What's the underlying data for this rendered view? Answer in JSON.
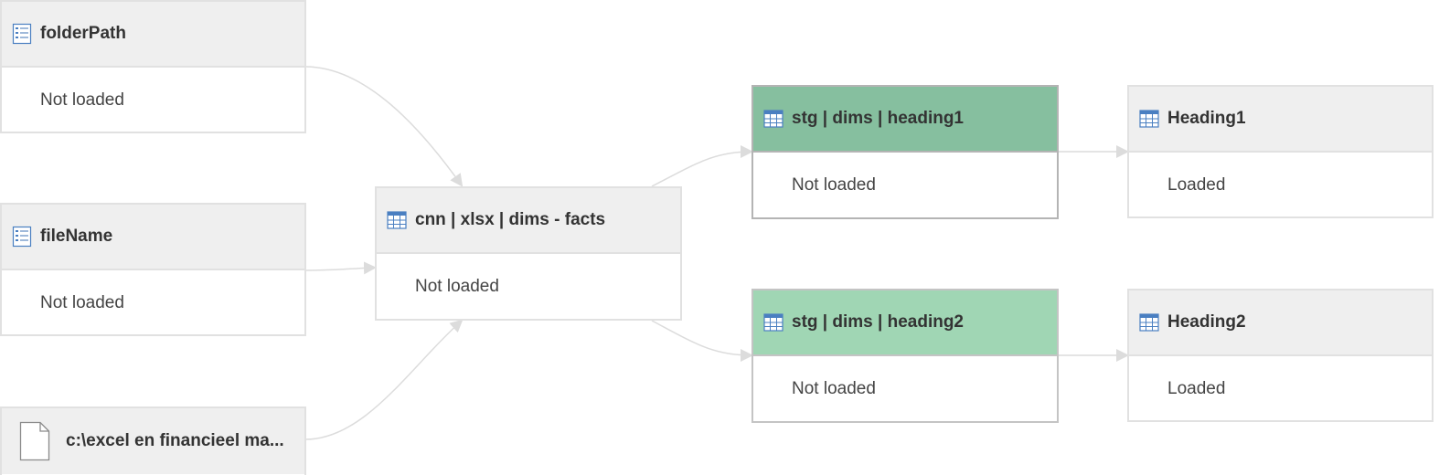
{
  "diagram": {
    "nodes": [
      {
        "id": "folderPath",
        "title": "folderPath",
        "status": "Not loaded",
        "icon": "parameter-icon",
        "style": "default"
      },
      {
        "id": "fileName",
        "title": "fileName",
        "status": "Not loaded",
        "icon": "parameter-icon",
        "style": "default"
      },
      {
        "id": "source-file",
        "title": "c:\\excel en financieel ma...",
        "icon": "file-icon",
        "style": "default"
      },
      {
        "id": "cnn-dims-facts",
        "title": "cnn | xlsx | dims - facts",
        "status": "Not loaded",
        "icon": "table-icon",
        "style": "default"
      },
      {
        "id": "stg-heading1",
        "title": "stg | dims | heading1",
        "status": "Not loaded",
        "icon": "table-icon",
        "style": "selected-dark"
      },
      {
        "id": "stg-heading2",
        "title": "stg | dims | heading2",
        "status": "Not loaded",
        "icon": "table-icon",
        "style": "selected-light"
      },
      {
        "id": "heading1",
        "title": "Heading1",
        "status": "Loaded",
        "icon": "table-icon",
        "style": "default"
      },
      {
        "id": "heading2",
        "title": "Heading2",
        "status": "Loaded",
        "icon": "table-icon",
        "style": "default"
      }
    ],
    "edges": [
      {
        "from": "folderPath",
        "to": "cnn-dims-facts"
      },
      {
        "from": "fileName",
        "to": "cnn-dims-facts"
      },
      {
        "from": "source-file",
        "to": "cnn-dims-facts"
      },
      {
        "from": "cnn-dims-facts",
        "to": "stg-heading1"
      },
      {
        "from": "cnn-dims-facts",
        "to": "stg-heading2"
      },
      {
        "from": "stg-heading1",
        "to": "heading1"
      },
      {
        "from": "stg-heading2",
        "to": "heading2"
      }
    ],
    "colors": {
      "edge": "#dcdcdc",
      "header_default": "#efefef",
      "header_selected_dark": "#86bf9f",
      "header_selected_light": "#a0d6b4",
      "table_icon_accent": "#4a7fc1"
    }
  }
}
